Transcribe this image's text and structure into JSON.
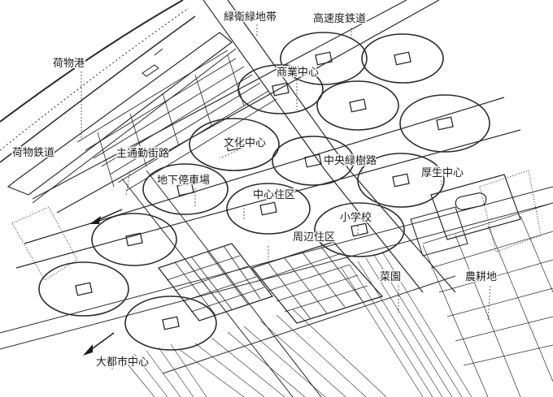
{
  "labels": {
    "green_belt": "緑衛緑地帯",
    "high_speed_railway": "高速度鉄道",
    "commercial_center": "商業中心",
    "cargo_port": "荷物港",
    "cultural_center": "文化中心",
    "freight_railway": "荷物鉄道",
    "main_commuter_road": "主通勤街路",
    "underground_parking": "地下停車場",
    "central_green_road": "中央緑樹路",
    "welfare_center": "厚生中心",
    "central_residential": "中心住区",
    "elementary_school": "小学校",
    "peripheral_residential": "周辺住区",
    "vegetable_garden": "菜園",
    "farmland": "農耕地",
    "metropolis_center": "大都市中心"
  }
}
